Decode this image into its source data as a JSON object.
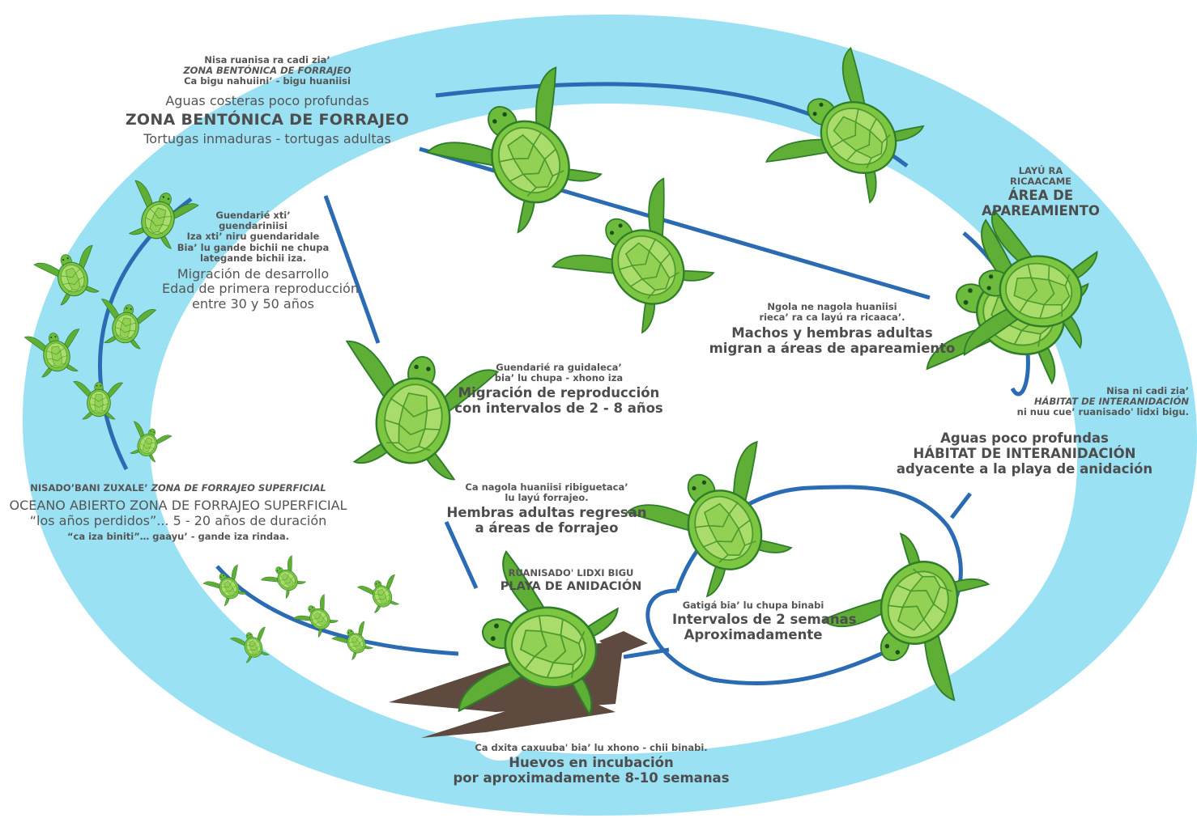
{
  "colors": {
    "ring": "#9ae1f3",
    "path": "#2b6bb3",
    "turtle_shell": "#7cc642",
    "turtle_shell_light": "#a9dc6b",
    "turtle_body": "#5fae35",
    "turtle_dark": "#2f7d2a",
    "sand": "#5e4a3f"
  },
  "benthic": {
    "zap_1": "Nisa ruanisa ra cadi zia’",
    "zap_2": "ZONA BENTÓNICA DE FORRAJEO",
    "zap_3": "Ca bigu nahuiini’ - bigu huaniisi",
    "es_1": "Aguas costeras poco profundas",
    "es_2": "ZONA BENTÓNICA DE FORRAJEO",
    "es_3": "Tortugas inmaduras - tortugas adultas"
  },
  "developmental": {
    "zap_1": "Guendarié xti’",
    "zap_2": "guendariniisi",
    "zap_3": "Iza xti’ niru guendaridale",
    "zap_4": "Bia’ lu gande bichii ne chupa",
    "zap_5": "lategande bichii iza.",
    "es_1": "Migración de desarrollo",
    "es_2": "Edad de primera reproducción",
    "es_3": "entre 30 y 50 años"
  },
  "mating_area": {
    "zap_1": "LAYÚ RA",
    "zap_2": "RICAACAME",
    "es_1": "ÁREA DE",
    "es_2": "APAREAMIENTO"
  },
  "male_female": {
    "zap_1": "Ngola ne nagola huaniisi",
    "zap_2": "rieca’ ra ca layú ra ricaaca’.",
    "es_1": "Machos y hembras adultas",
    "es_2": "migran a áreas de apareamiento"
  },
  "internesting": {
    "zap_1": "Nisa ni cadi zia’",
    "zap_2": "HÁBITAT DE INTERANIDACIÓN",
    "zap_3": "ni nuu cue’ ruanisado' lidxi bigu.",
    "es_1": "Aguas poco profundas",
    "es_2": "HÁBITAT DE INTERANIDACIÓN",
    "es_3": "adyacente a la playa de anidación"
  },
  "reproductive": {
    "zap_1": "Guendarié ra guidaleca’",
    "zap_2": "bia’ lu chupa - xhono iza",
    "es_1": "Migración de reproducción",
    "es_2": "con intervalos de 2 - 8 años"
  },
  "females_return": {
    "zap_1": "Ca nagola huaniisi ribiguetaca’",
    "zap_2": "lu layú forrajeo.",
    "es_1": "Hembras adultas regresan",
    "es_2": "a áreas de forrajeo"
  },
  "oceanic": {
    "zap_1_a": "NISADO’BANI ZUXALE’",
    "zap_1_b": "ZONA DE FORRAJEO SUPERFICIAL",
    "es_1": "OCEANO ABIERTO ZONA DE FORRAJEO SUPERFICIAL",
    "es_2": "“los años perdidos”... 5 - 20 años de duración",
    "zap_2": "“ca iza biniti”… gaayu’ - gande iza rindaa."
  },
  "nesting_beach": {
    "zap_1": "RUANISADO'  LIDXI BIGU",
    "es_1": "PLAYA DE ANIDACIÓN"
  },
  "interval": {
    "zap_1": "Gatigá bia’ lu chupa binabi",
    "es_1": "Intervalos de 2 semanas",
    "es_2": "Aproximadamente"
  },
  "eggs": {
    "zap_1": "Ca dxita caxuuba' bia’ lu xhono - chii binabi.",
    "es_1": "Huevos en incubación",
    "es_2": "por aproximadamente 8-10 semanas"
  }
}
